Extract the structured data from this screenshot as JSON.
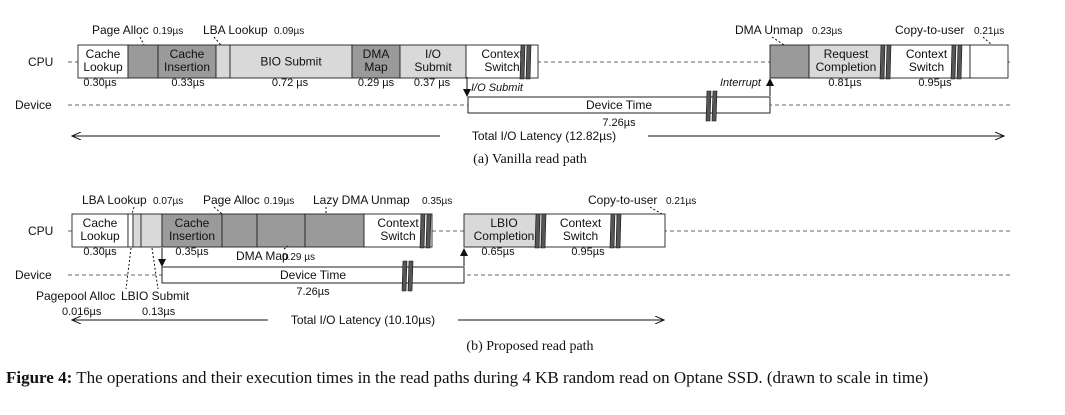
{
  "vanilla": {
    "subcaption": "(a)  Vanilla read path",
    "lane_cpu": "CPU",
    "lane_device": "Device",
    "blocks": [
      {
        "key": "cache_lookup",
        "lines": [
          "Cache",
          "Lookup"
        ],
        "fill": "#ffffff"
      },
      {
        "key": "page_alloc",
        "lines": [],
        "fill": "#9a9a9a"
      },
      {
        "key": "cache_insertion",
        "lines": [
          "Cache",
          "Insertion"
        ],
        "fill": "#9a9a9a"
      },
      {
        "key": "lba_lookup",
        "lines": [],
        "fill": "#d9d9d9"
      },
      {
        "key": "bio_submit",
        "lines": [
          "BIO Submit"
        ],
        "fill": "#d9d9d9"
      },
      {
        "key": "dma_map",
        "lines": [
          "DMA",
          "Map"
        ],
        "fill": "#9a9a9a"
      },
      {
        "key": "io_submit",
        "lines": [
          "I/O",
          "Submit"
        ],
        "fill": "#d9d9d9"
      },
      {
        "key": "context_switch_1",
        "lines": [
          "Context",
          "Switch"
        ],
        "fill": "#ffffff"
      },
      {
        "key": "dma_unmap",
        "lines": [],
        "fill": "#9a9a9a"
      },
      {
        "key": "request_completion",
        "lines": [
          "Request",
          "Completion"
        ],
        "fill": "#d9d9d9"
      },
      {
        "key": "context_switch_2",
        "lines": [
          "Context",
          "Switch"
        ],
        "fill": "#ffffff"
      },
      {
        "key": "copy_to_user",
        "lines": [],
        "fill": "#ffffff"
      }
    ],
    "device_block": "Device Time",
    "durations_below": [
      "0.30µs",
      "0.33µs",
      "0.72 µs",
      "0.29 µs",
      "0.37 µs",
      "0.81µs",
      "0.95µs",
      "7.26µs"
    ],
    "callouts": [
      "Page Alloc",
      "0.19µs",
      "LBA Lookup",
      "0.09µs",
      "DMA Unmap",
      "0.23µs",
      "Copy-to-user",
      "0.21µs"
    ],
    "arrow_labels": [
      "I/O Submit",
      "Interrupt"
    ],
    "total": "Total I/O Latency (12.82µs)"
  },
  "proposed": {
    "subcaption": "(b)  Proposed read path",
    "lane_cpu": "CPU",
    "lane_device": "Device",
    "blocks": [
      {
        "key": "cache_lookup",
        "lines": [
          "Cache",
          "Lookup"
        ],
        "fill": "#ffffff"
      },
      {
        "key": "pagepool_alloc",
        "lines": [],
        "fill": "#ffffff"
      },
      {
        "key": "lba_lookup",
        "lines": [],
        "fill": "#d9d9d9"
      },
      {
        "key": "lbio_submit",
        "lines": [],
        "fill": "#d9d9d9"
      },
      {
        "key": "cache_insertion",
        "lines": [
          "Cache",
          "Insertion"
        ],
        "fill": "#9a9a9a"
      },
      {
        "key": "page_alloc",
        "lines": [],
        "fill": "#9a9a9a"
      },
      {
        "key": "dma_map",
        "lines": [],
        "fill": "#9a9a9a"
      },
      {
        "key": "lazy_dma_unmap",
        "lines": [],
        "fill": "#9a9a9a"
      },
      {
        "key": "context_switch_1",
        "lines": [
          "Context",
          "Switch"
        ],
        "fill": "#ffffff"
      },
      {
        "key": "lbio_completion",
        "lines": [
          "LBIO",
          "Completion"
        ],
        "fill": "#d9d9d9"
      },
      {
        "key": "context_switch_2",
        "lines": [
          "Context",
          "Switch"
        ],
        "fill": "#ffffff"
      },
      {
        "key": "copy_to_user",
        "lines": [],
        "fill": "#ffffff"
      }
    ],
    "device_block": "Device Time",
    "durations_below": [
      "0.30µs",
      "0.35µs",
      "0.65µs",
      "0.95µs",
      "7.26µs"
    ],
    "callouts": [
      "LBA Lookup",
      "0.07µs",
      "Page Alloc",
      "0.19µs",
      "Lazy DMA Unmap",
      "0.35µs",
      "Copy-to-user",
      "0.21µs",
      "DMA Map",
      "0.29 µs"
    ],
    "bottom_labels": [
      "Pagepool Alloc",
      "0.016µs",
      "LBIO Submit",
      "0.13µs"
    ],
    "total": "Total I/O Latency (10.10µs)"
  },
  "caption": {
    "label": "Figure 4:",
    "text": " The operations and their execution times in the read paths during 4 KB random read on Optane SSD. (drawn to scale in time)"
  }
}
